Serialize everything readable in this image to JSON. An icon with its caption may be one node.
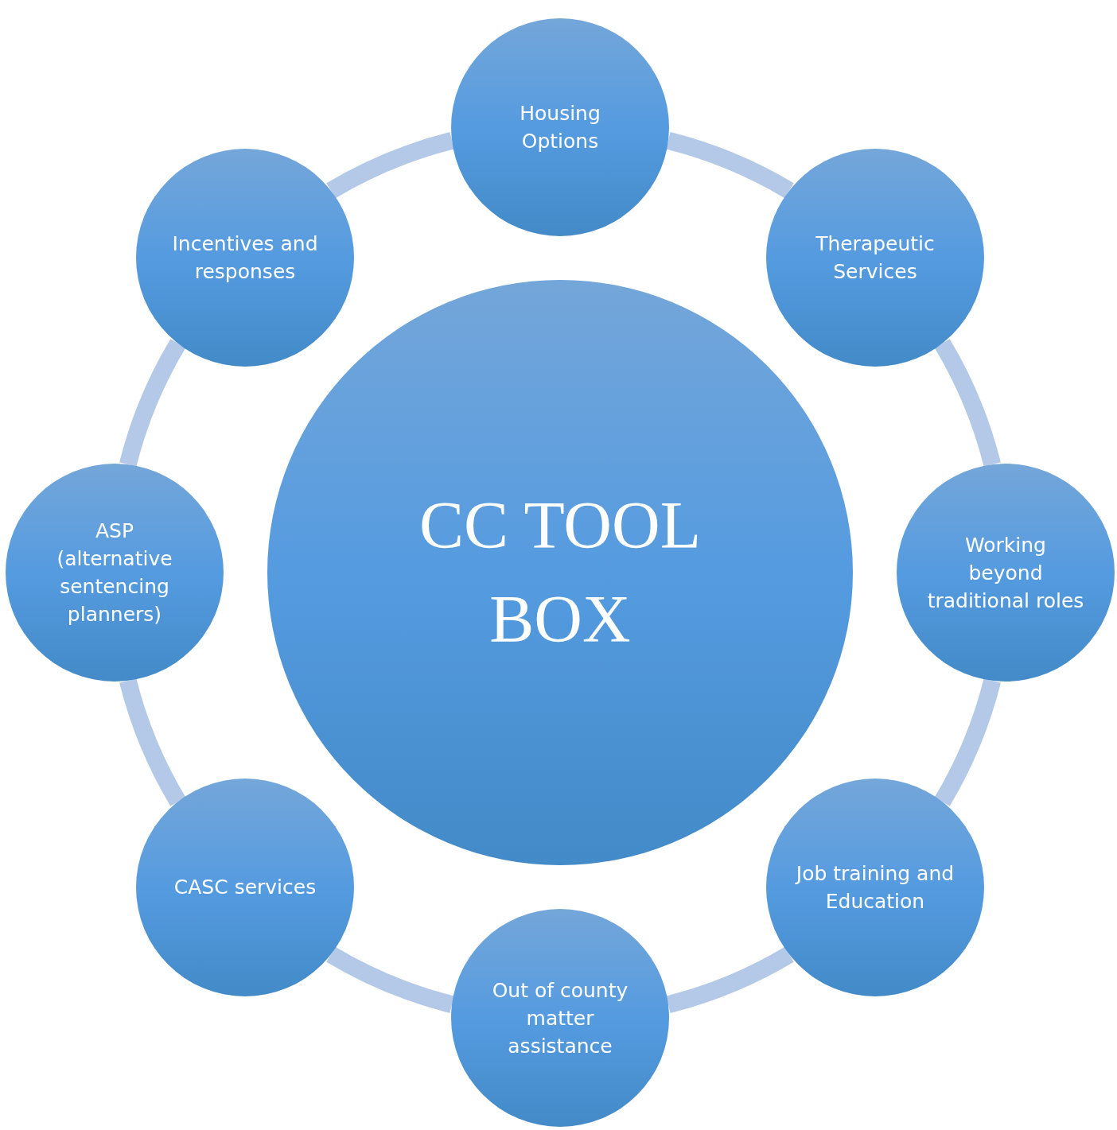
{
  "diagram": {
    "nodes": [
      {
        "text": [
          "CC TOOL BOX"
        ]
      },
      {
        "text": [
          "Housing Options"
        ]
      },
      {
        "text": [
          "Therapeutic Services"
        ]
      },
      {
        "text": [
          "Working beyond traditional roles"
        ]
      },
      {
        "text": [
          "Job training and Education"
        ]
      },
      {
        "text": [
          "Out of county matter assistance"
        ]
      },
      {
        "text": [
          "CASC services"
        ]
      },
      {
        "text": [
          "ASP (alternative sentencing planners)"
        ]
      },
      {
        "text": [
          "Incentives and responses"
        ]
      }
    ],
    "edges": [
      {
        "from": 1,
        "to": 2,
        "arrow": "none"
      },
      {
        "from": 2,
        "to": 3,
        "arrow": "none"
      },
      {
        "from": 3,
        "to": 4,
        "arrow": "none"
      },
      {
        "from": 4,
        "to": 5,
        "arrow": "none"
      },
      {
        "from": 5,
        "to": 6,
        "arrow": "none"
      },
      {
        "from": 6,
        "to": 7,
        "arrow": "none"
      },
      {
        "from": 7,
        "to": 8,
        "arrow": "none"
      },
      {
        "from": 8,
        "to": 1,
        "arrow": "none"
      }
    ]
  }
}
